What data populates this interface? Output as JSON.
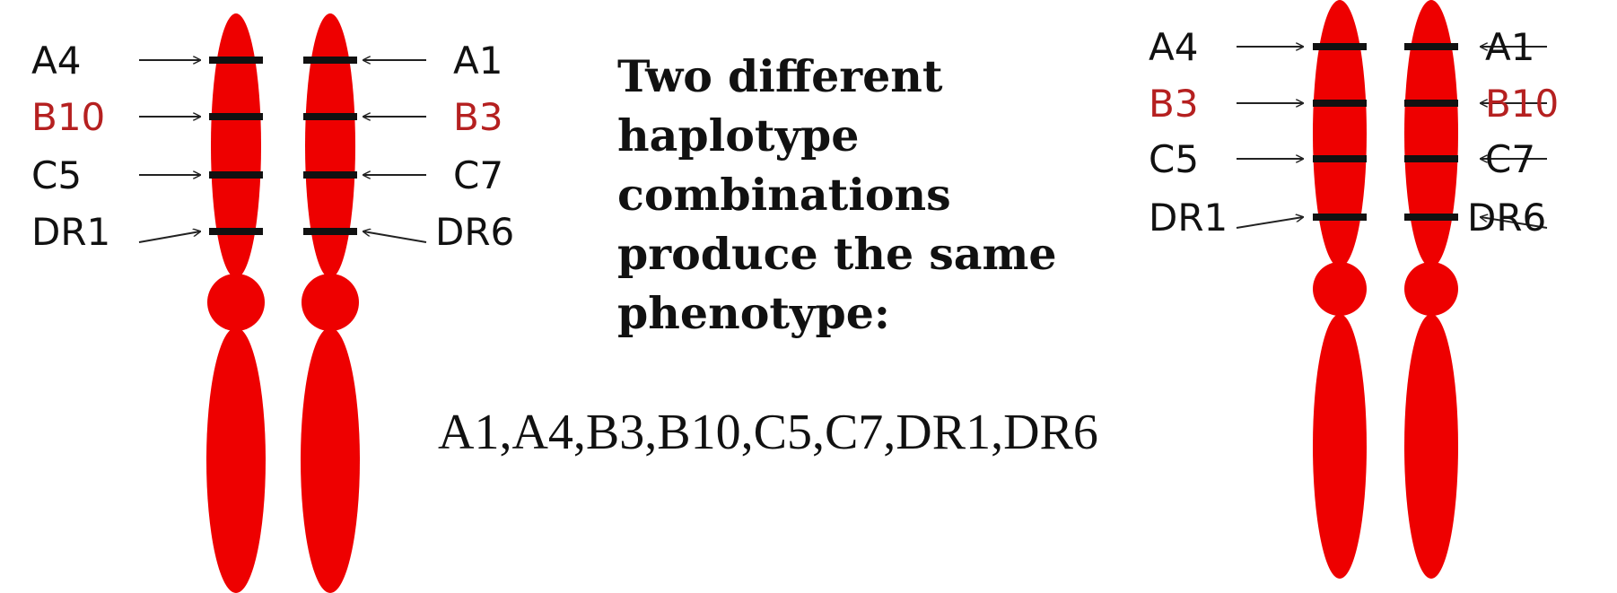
{
  "colors": {
    "chromosome": "#ee0000",
    "band": "#111111",
    "label_default": "#111111",
    "label_highlight": "#b52020",
    "arrow": "#222222"
  },
  "caption": {
    "line1": "Two different",
    "line2": "haplotype",
    "line3": "combinations",
    "line4": "produce the same",
    "line5": "phenotype:"
  },
  "phenotype": "A1,A4,B3,B10,C5,C7,DR1,DR6",
  "pairs": [
    {
      "left_labels": [
        {
          "text": "A4",
          "highlight": false
        },
        {
          "text": "B10",
          "highlight": true
        },
        {
          "text": "C5",
          "highlight": false
        },
        {
          "text": "DR1",
          "highlight": false
        }
      ],
      "right_labels": [
        {
          "text": "A1",
          "highlight": false
        },
        {
          "text": "B3",
          "highlight": true
        },
        {
          "text": "C7",
          "highlight": false
        },
        {
          "text": "DR6",
          "highlight": false
        }
      ]
    },
    {
      "left_labels": [
        {
          "text": "A4",
          "highlight": false
        },
        {
          "text": "B3",
          "highlight": true
        },
        {
          "text": "C5",
          "highlight": false
        },
        {
          "text": "DR1",
          "highlight": false
        }
      ],
      "right_labels": [
        {
          "text": "A1",
          "highlight": false
        },
        {
          "text": "B10",
          "highlight": true
        },
        {
          "text": "C7",
          "highlight": false
        },
        {
          "text": "DR6",
          "highlight": false
        }
      ]
    }
  ]
}
